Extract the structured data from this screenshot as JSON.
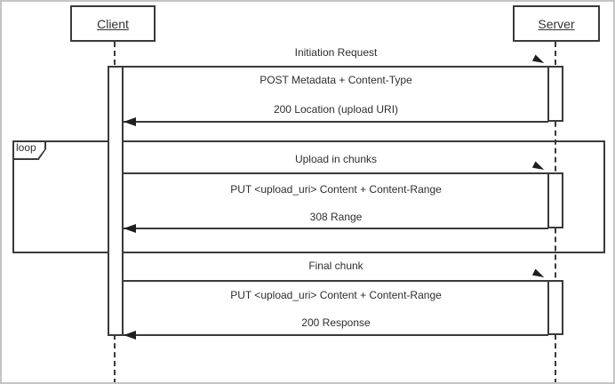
{
  "colors": {
    "line": "#3a3a3a",
    "background": "#ffffff",
    "canvas_border": "#c4c4c4"
  },
  "participants": [
    {
      "label": "Client"
    },
    {
      "label": "Server"
    }
  ],
  "loop_fragment": {
    "label": "loop"
  },
  "sections": [
    {
      "title": "Initiation Request",
      "request": "POST Metadata + Content-Type",
      "response": "200 Location (upload URI)"
    },
    {
      "title": "Upload in chunks",
      "request": "PUT <upload_uri> Content + Content-Range",
      "response": "308 Range"
    },
    {
      "title": "Final chunk",
      "request": "PUT <upload_uri> Content + Content-Range",
      "response": "200 Response"
    }
  ]
}
